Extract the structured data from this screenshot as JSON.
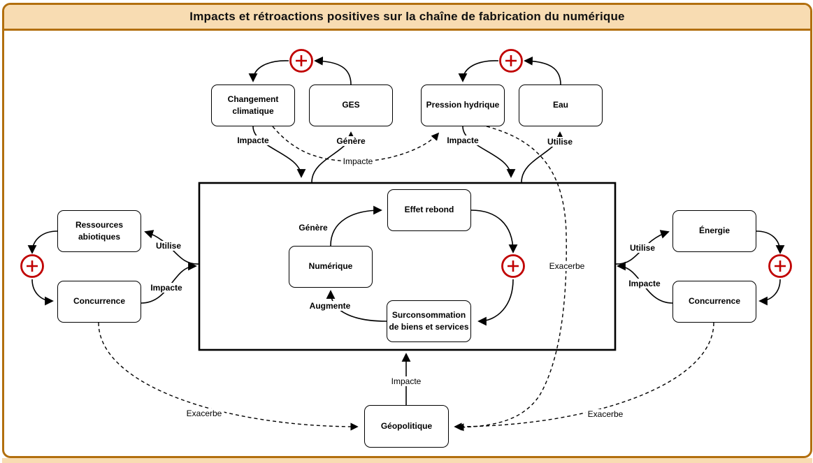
{
  "header": {
    "title": "Impacts et rétroactions positives sur la chaîne de fabrication du numérique"
  },
  "diagram": {
    "nodes": {
      "changement_climatique": "Changement climatique",
      "ges": "GES",
      "pression_hydrique": "Pression hydrique",
      "eau": "Eau",
      "ressources_abiotiques": "Ressources abiotiques",
      "concurrence_gauche": "Concurrence",
      "energie": "Énergie",
      "concurrence_droite": "Concurrence",
      "effet_rebond": "Effet rebond",
      "numerique": "Numérique",
      "surconsommation": "Surconsommation de biens et services",
      "geopolitique": "Géopolitique"
    },
    "edge_labels": {
      "impacte_changement": "Impacte",
      "genere_ges": "Génère",
      "impacte_pression": "Impacte",
      "utilise_eau": "Utilise",
      "impacte_dashed": "Impacte",
      "utilise_ressources": "Utilise",
      "impacte_concurrence_gauche": "Impacte",
      "utilise_energie": "Utilise",
      "impacte_concurrence_droite": "Impacte",
      "genere_effet_rebond": "Génère",
      "augmente": "Augmente",
      "exacerbe_centre": "Exacerbe",
      "impacte_geopolitique": "Impacte",
      "exacerbe_gauche": "Exacerbe",
      "exacerbe_droite": "Exacerbe"
    },
    "icons": {
      "plus_feedback_symbol": "+"
    },
    "colors": {
      "frame_border": "#b26f0e",
      "frame_fill": "#f8dcb2",
      "plus_red": "#c00000",
      "line": "#000000",
      "node_fill": "#ffffff"
    }
  }
}
